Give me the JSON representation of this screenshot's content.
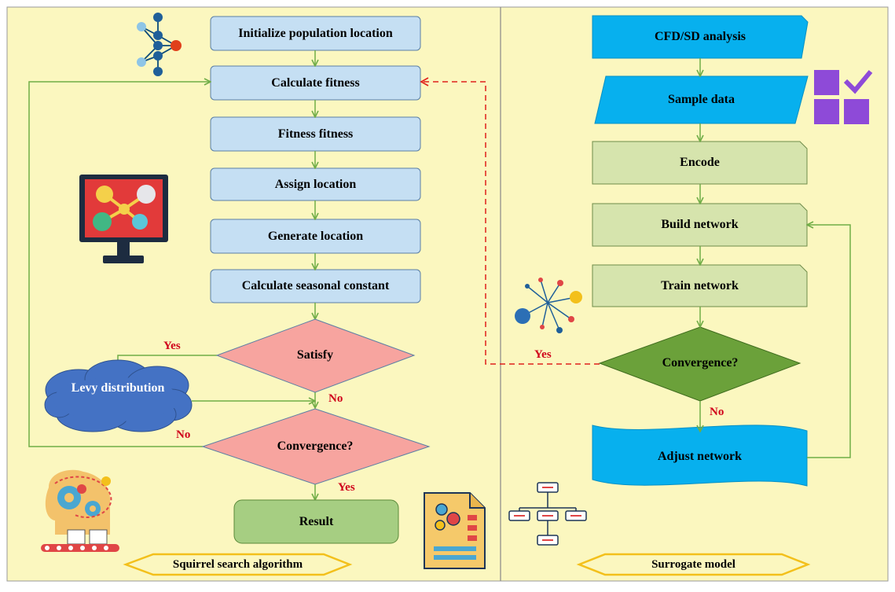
{
  "left_panel": {
    "title": "Squirrel search algorithm",
    "steps": [
      "Initialize population location",
      "Calculate fitness",
      "Fitness fitness",
      "Assign location",
      "Generate location",
      "Calculate seasonal constant"
    ],
    "satisfy": "Satisfy",
    "levy": "Levy distribution",
    "convergence": "Convergence?",
    "result": "Result",
    "yes1": "Yes",
    "no1": "No",
    "no2": "No",
    "yes2": "Yes"
  },
  "right_panel": {
    "title": "Surrogate model",
    "cfd": "CFD/SD analysis",
    "sample": "Sample data",
    "encode": "Encode",
    "build": "Build network",
    "train": "Train network",
    "convergence": "Convergence?",
    "adjust": "Adjust network",
    "yes": "Yes",
    "no": "No"
  },
  "colors": {
    "background": "#fbf7bf",
    "step_fill": "#c5dff3",
    "diamond_pink": "#f7a49f",
    "result_green": "#a6ce82",
    "encode_green": "#d6e4ad",
    "diamond_green": "#6ba13a",
    "cyan": "#07b0ee",
    "cloud_blue": "#4472c4",
    "arrow_green": "#70ad47",
    "dashed_red": "#e0201b",
    "hex_border": "#f3c01b"
  }
}
